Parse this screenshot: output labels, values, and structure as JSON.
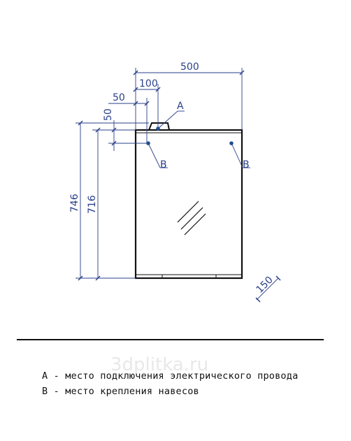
{
  "drawing": {
    "dimensions": {
      "width": "500",
      "depth": "150",
      "height_total": "746",
      "height_body": "716",
      "offset_50_vertical": "50",
      "offset_50_horizontal": "50",
      "offset_100": "100"
    },
    "markers": {
      "a": "A",
      "b_left": "B",
      "b_right": "B"
    },
    "watermark": "3dplitka.ru",
    "colors": {
      "line": "#2a3f8a",
      "outline": "#111111",
      "marker": "#1f4e8c"
    }
  },
  "legend": {
    "a": "А - место подключения электрического провода",
    "b": "В - место крепления навесов"
  }
}
